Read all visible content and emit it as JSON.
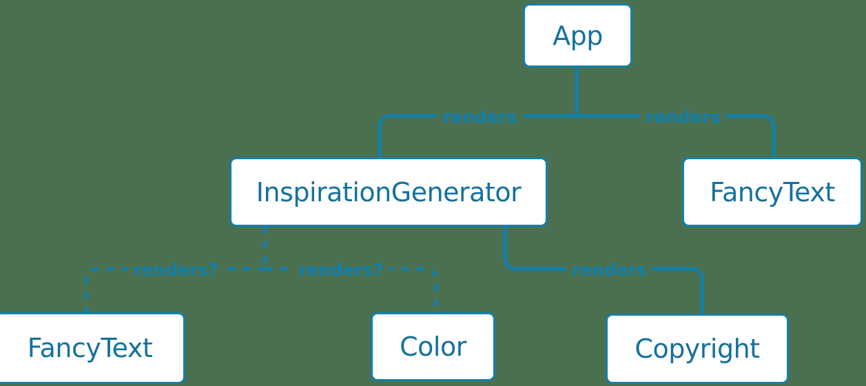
{
  "diagram": {
    "type": "component-tree",
    "background_color": "#4a7050",
    "accent_color": "#1380ab",
    "node_fill_color": "#ffffff",
    "node_text_color": "#14719c",
    "nodes": [
      {
        "id": "app",
        "label": "App"
      },
      {
        "id": "inspiration-generator",
        "label": "InspirationGenerator"
      },
      {
        "id": "fancytext-right",
        "label": "FancyText"
      },
      {
        "id": "fancytext-bottom",
        "label": "FancyText"
      },
      {
        "id": "color",
        "label": "Color"
      },
      {
        "id": "copyright",
        "label": "Copyright"
      }
    ],
    "edges": [
      {
        "from": "app",
        "to": "inspiration-generator",
        "label": "renders",
        "style": "solid"
      },
      {
        "from": "app",
        "to": "fancytext-right",
        "label": "renders",
        "style": "solid"
      },
      {
        "from": "inspiration-generator",
        "to": "fancytext-bottom",
        "label": "renders?",
        "style": "dashed"
      },
      {
        "from": "inspiration-generator",
        "to": "color",
        "label": "renders?",
        "style": "dashed"
      },
      {
        "from": "inspiration-generator",
        "to": "copyright",
        "label": "renders",
        "style": "solid"
      }
    ],
    "edge_labels": {
      "app_to_inspiration": "renders",
      "app_to_fancytext": "renders",
      "ig_to_fancytext": "renders?",
      "ig_to_color": "renders?",
      "ig_to_copyright": "renders"
    }
  }
}
